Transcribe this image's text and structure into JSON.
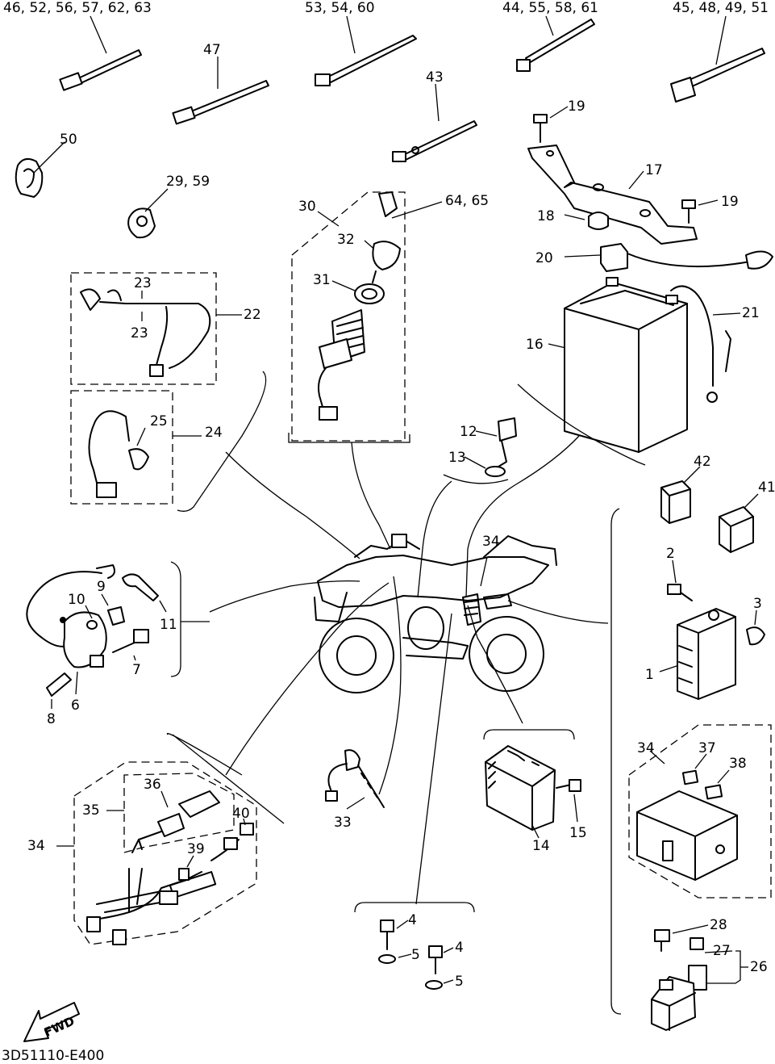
{
  "diagram": {
    "callouts": {
      "c_46_52": "46, 52, 56, 57, 62, 63",
      "c_53": "53, 54, 60",
      "c_44": "44, 55, 58, 61",
      "c_45": "45, 48, 49, 51",
      "c_47": "47",
      "c_43": "43",
      "c_19a": "19",
      "c_19b": "19",
      "c_17": "17",
      "c_18": "18",
      "c_20": "20",
      "c_21": "21",
      "c_16": "16",
      "c_50": "50",
      "c_29": "29, 59",
      "c_30": "30",
      "c_64": "64, 65",
      "c_32": "32",
      "c_31": "31",
      "c_23a": "23",
      "c_23b": "23",
      "c_22": "22",
      "c_25": "25",
      "c_24": "24",
      "c_12": "12",
      "c_13": "13",
      "c_42": "42",
      "c_41": "41",
      "c_34a": "34",
      "c_2": "2",
      "c_3": "3",
      "c_1": "1",
      "c_9": "9",
      "c_10": "10",
      "c_11": "11",
      "c_7": "7",
      "c_6": "6",
      "c_8": "8",
      "c_34b": "34",
      "c_37": "37",
      "c_38": "38",
      "c_36": "36",
      "c_35": "35",
      "c_40": "40",
      "c_34c": "34",
      "c_39": "39",
      "c_33": "33",
      "c_15": "15",
      "c_14": "14",
      "c_4a": "4",
      "c_5a": "5",
      "c_4b": "4",
      "c_5b": "5",
      "c_28": "28",
      "c_27": "27",
      "c_26": "26"
    },
    "direction_label": "FWD",
    "diagram_code": "3D51110-E400"
  }
}
